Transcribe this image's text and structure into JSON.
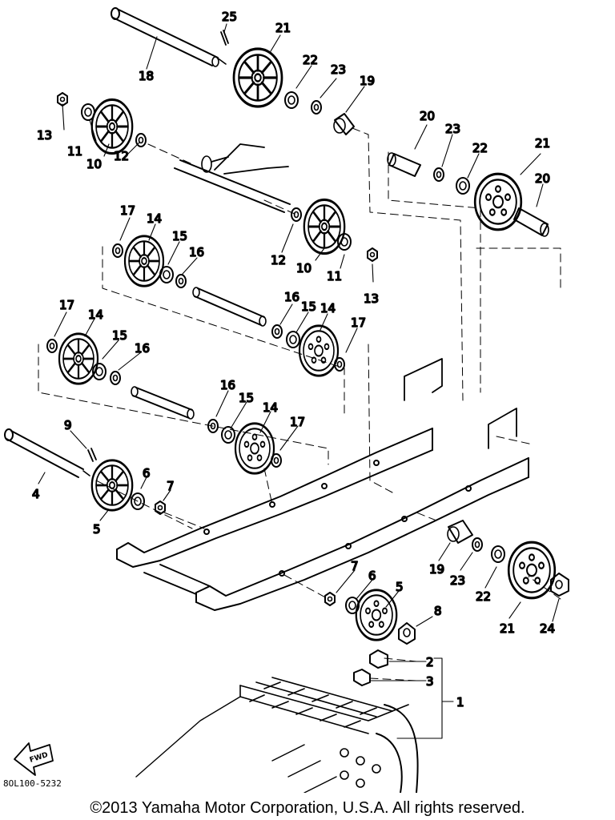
{
  "diagram": {
    "callouts": [
      {
        "id": "c25",
        "label": "25"
      },
      {
        "id": "c21a",
        "label": "21"
      },
      {
        "id": "c22a",
        "label": "22"
      },
      {
        "id": "c23a",
        "label": "23"
      },
      {
        "id": "c19a",
        "label": "19"
      },
      {
        "id": "c18",
        "label": "18"
      },
      {
        "id": "c13a",
        "label": "13"
      },
      {
        "id": "c11a",
        "label": "11"
      },
      {
        "id": "c10a",
        "label": "10"
      },
      {
        "id": "c12a",
        "label": "12"
      },
      {
        "id": "c20a",
        "label": "20"
      },
      {
        "id": "c23b",
        "label": "23"
      },
      {
        "id": "c22b",
        "label": "22"
      },
      {
        "id": "c21b",
        "label": "21"
      },
      {
        "id": "c20b",
        "label": "20"
      },
      {
        "id": "c17a",
        "label": "17"
      },
      {
        "id": "c14a",
        "label": "14"
      },
      {
        "id": "c15a",
        "label": "15"
      },
      {
        "id": "c16a",
        "label": "16"
      },
      {
        "id": "c12b",
        "label": "12"
      },
      {
        "id": "c10b",
        "label": "10"
      },
      {
        "id": "c11b",
        "label": "11"
      },
      {
        "id": "c13b",
        "label": "13"
      },
      {
        "id": "c16b",
        "label": "16"
      },
      {
        "id": "c15b",
        "label": "15"
      },
      {
        "id": "c14b",
        "label": "14"
      },
      {
        "id": "c17b",
        "label": "17"
      },
      {
        "id": "c17c",
        "label": "17"
      },
      {
        "id": "c14c",
        "label": "14"
      },
      {
        "id": "c15c",
        "label": "15"
      },
      {
        "id": "c16c",
        "label": "16"
      },
      {
        "id": "c16d",
        "label": "16"
      },
      {
        "id": "c15d",
        "label": "15"
      },
      {
        "id": "c14d",
        "label": "14"
      },
      {
        "id": "c17d",
        "label": "17"
      },
      {
        "id": "c9",
        "label": "9"
      },
      {
        "id": "c4",
        "label": "4"
      },
      {
        "id": "c6a",
        "label": "6"
      },
      {
        "id": "c7a",
        "label": "7"
      },
      {
        "id": "c5a",
        "label": "5"
      },
      {
        "id": "c7b",
        "label": "7"
      },
      {
        "id": "c6b",
        "label": "6"
      },
      {
        "id": "c5b",
        "label": "5"
      },
      {
        "id": "c8",
        "label": "8"
      },
      {
        "id": "c19b",
        "label": "19"
      },
      {
        "id": "c23c",
        "label": "23"
      },
      {
        "id": "c22c",
        "label": "22"
      },
      {
        "id": "c21c",
        "label": "21"
      },
      {
        "id": "c24",
        "label": "24"
      },
      {
        "id": "c2",
        "label": "2"
      },
      {
        "id": "c3",
        "label": "3"
      },
      {
        "id": "c1",
        "label": "1"
      }
    ],
    "fwd_label": "FWD",
    "part_number": "8OL100-5232"
  },
  "footer": {
    "copyright": "©2013 Yamaha Motor Corporation, U.S.A. All rights reserved."
  }
}
